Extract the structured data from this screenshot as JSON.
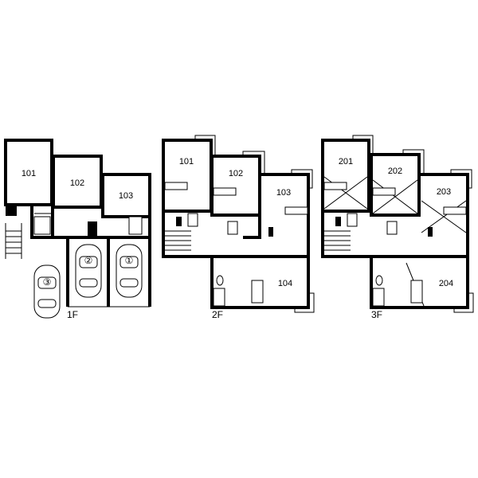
{
  "floors": [
    {
      "name": "1F",
      "rooms": [
        "101",
        "102",
        "103"
      ],
      "parking": [
        "①",
        "②",
        "③"
      ]
    },
    {
      "name": "2F",
      "rooms": [
        "101",
        "102",
        "103",
        "104"
      ]
    },
    {
      "name": "3F",
      "rooms": [
        "201",
        "202",
        "203",
        "204"
      ]
    }
  ]
}
